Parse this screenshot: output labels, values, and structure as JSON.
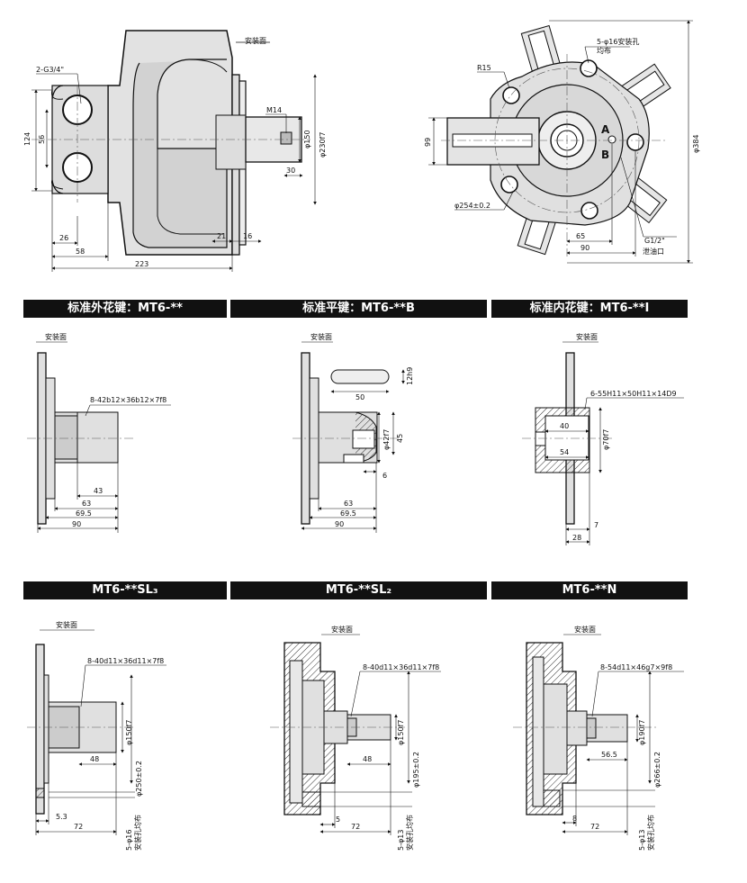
{
  "headers": {
    "h1": "标准外花键：MT6-**",
    "h2": "标准平键：MT6-**B",
    "h3": "标准内花键：MT6-**I",
    "h4": "MT6-**SL₃",
    "h5": "MT6-**SL₂",
    "h6": "MT6-**N"
  },
  "top_left": {
    "mount_face": "安装面",
    "port": "2-G3/4\"",
    "thread": "M14",
    "d150": "φ150",
    "d230": "φ230f7",
    "h124": "124",
    "h56": "56",
    "w30": "30",
    "w21": "21",
    "w16": "16",
    "w26": "26",
    "w58": "58",
    "w223": "223"
  },
  "top_right": {
    "holes": "5-φ16安装孔",
    "holes2": "均布",
    "r15": "R15",
    "h99": "99",
    "d254": "φ254±0.2",
    "d384": "φ384",
    "w65": "65",
    "w90": "90",
    "g12": "G1/2\"",
    "drain": "泄油口",
    "a": "A",
    "b": "B"
  },
  "p1": {
    "mount": "安装面",
    "spline": "8-42b12×36b12×7f8",
    "w43": "43",
    "w63": "63",
    "w695": "69.5",
    "w90": "90"
  },
  "p2": {
    "mount": "安装面",
    "h12": "12h9",
    "w50": "50",
    "d42": "φ42f7",
    "h45": "45",
    "w6": "6",
    "w63": "63",
    "w695": "69.5",
    "w90": "90"
  },
  "p3": {
    "mount": "安装面",
    "spline": "6-55H11×50H11×14D9",
    "w40": "40",
    "w54": "54",
    "d70": "φ70f7",
    "w7": "7",
    "w28": "28"
  },
  "p4": {
    "mount": "安装面",
    "spline": "8-40d11×36d11×7f8",
    "d150": "φ150f7",
    "d250": "φ250±0.2",
    "w48": "48",
    "w53": "5.3",
    "w72": "72",
    "holes": "5-φ16",
    "holes2": "安装孔均布"
  },
  "p5": {
    "mount": "安装面",
    "spline": "8-40d11×36d11×7f8",
    "d150": "φ150f7",
    "d195": "φ195±0.2",
    "w48": "48",
    "w5": "5",
    "w72": "72",
    "holes": "5-φ13",
    "holes2": "安装孔均布"
  },
  "p6": {
    "mount": "安装面",
    "spline": "8-54d11×46g7×9f8",
    "d190": "φ190f7",
    "d266": "φ266±0.2",
    "w565": "56.5",
    "w8": "8",
    "w72": "72",
    "holes": "5-φ13",
    "holes2": "安装孔均布"
  }
}
